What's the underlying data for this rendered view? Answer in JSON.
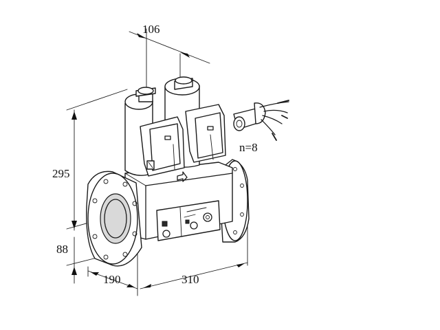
{
  "dimensions": {
    "top_width": "106",
    "height_total": "295",
    "height_low": "88",
    "depth": "190",
    "length": "310",
    "bolt_count": "n=8"
  }
}
